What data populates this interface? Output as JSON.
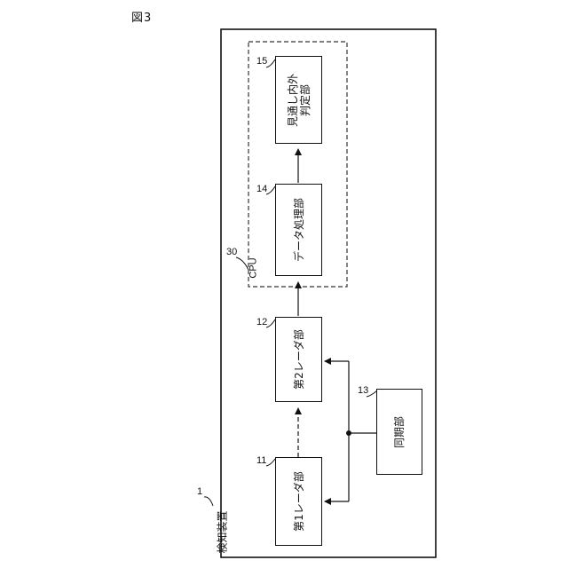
{
  "figure_label": "図3",
  "device": {
    "ref": "1",
    "label": "検知装置"
  },
  "cpu": {
    "ref": "30",
    "label": "CPU"
  },
  "blocks": {
    "radar1": {
      "ref": "11",
      "label": "第1レーダ部"
    },
    "radar2": {
      "ref": "12",
      "label": "第2レーダ部"
    },
    "sync": {
      "ref": "13",
      "label": "同期部"
    },
    "data_proc": {
      "ref": "14",
      "label": "データ処理部"
    },
    "los_judge": {
      "ref": "15",
      "label_line1": "見通し内外",
      "label_line2": "判定部"
    }
  }
}
